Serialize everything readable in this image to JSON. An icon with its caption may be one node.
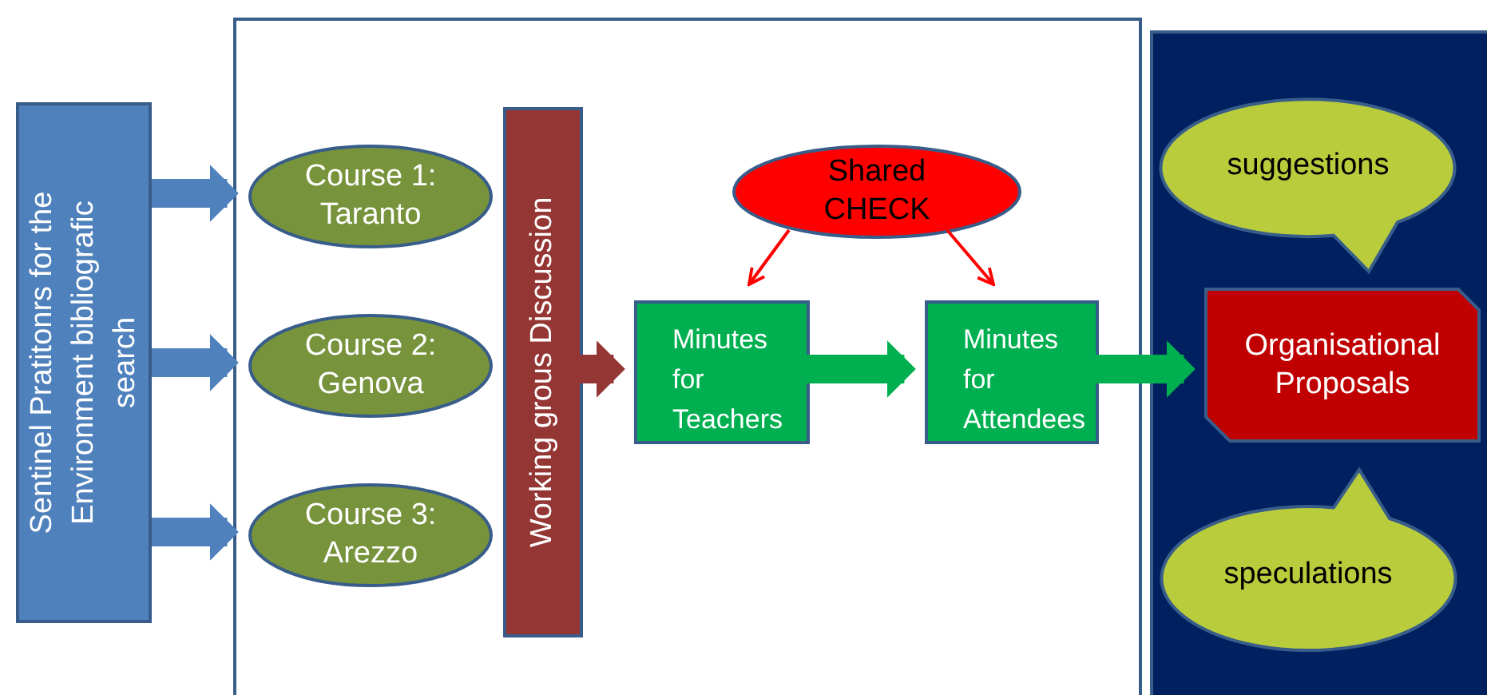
{
  "diagram": {
    "nodes": [
      {
        "text": [],
        "shape": "box"
      },
      {
        "text": [],
        "shape": "box"
      },
      {
        "text": [
          "Sentinel Pratitonrs for the Environment bibliografic search"
        ]
      },
      {
        "text": [
          "Course 1: Taranto"
        ],
        "in": 0
      },
      {
        "text": [
          "Course 2: Genova"
        ],
        "in": 0
      },
      {
        "text": [
          "Course 3: Arezzo"
        ],
        "in": 0
      },
      {
        "text": [
          "Working grous Discussion"
        ],
        "in": 0
      },
      {
        "text": [
          "Shared CHECK"
        ],
        "in": 0
      },
      {
        "text": [
          "Minutes for Teachers"
        ],
        "in": 0
      },
      {
        "text": [
          "Minutes for Attendees"
        ],
        "in": 0
      },
      {
        "text": [
          "suggestions"
        ],
        "in": 1
      },
      {
        "text": [
          "Organisational Proposals"
        ],
        "in": 1
      },
      {
        "text": [
          "speculations"
        ],
        "in": 1
      }
    ],
    "edges": [
      {
        "from": 2,
        "to": 3,
        "arrow": "to"
      },
      {
        "from": 2,
        "to": 4,
        "arrow": "to"
      },
      {
        "from": 2,
        "to": 5,
        "arrow": "to"
      },
      {
        "from": 6,
        "to": 8,
        "arrow": "to",
        "color": "#943634"
      },
      {
        "from": 7,
        "to": 8,
        "arrow": "to",
        "color": "#ff0000"
      },
      {
        "from": 7,
        "to": 9,
        "arrow": "to",
        "color": "#ff0000"
      },
      {
        "from": 8,
        "to": 9,
        "arrow": "to",
        "color": "#00b050"
      },
      {
        "from": 9,
        "to": 11,
        "arrow": "to",
        "color": "#00b050"
      }
    ]
  }
}
